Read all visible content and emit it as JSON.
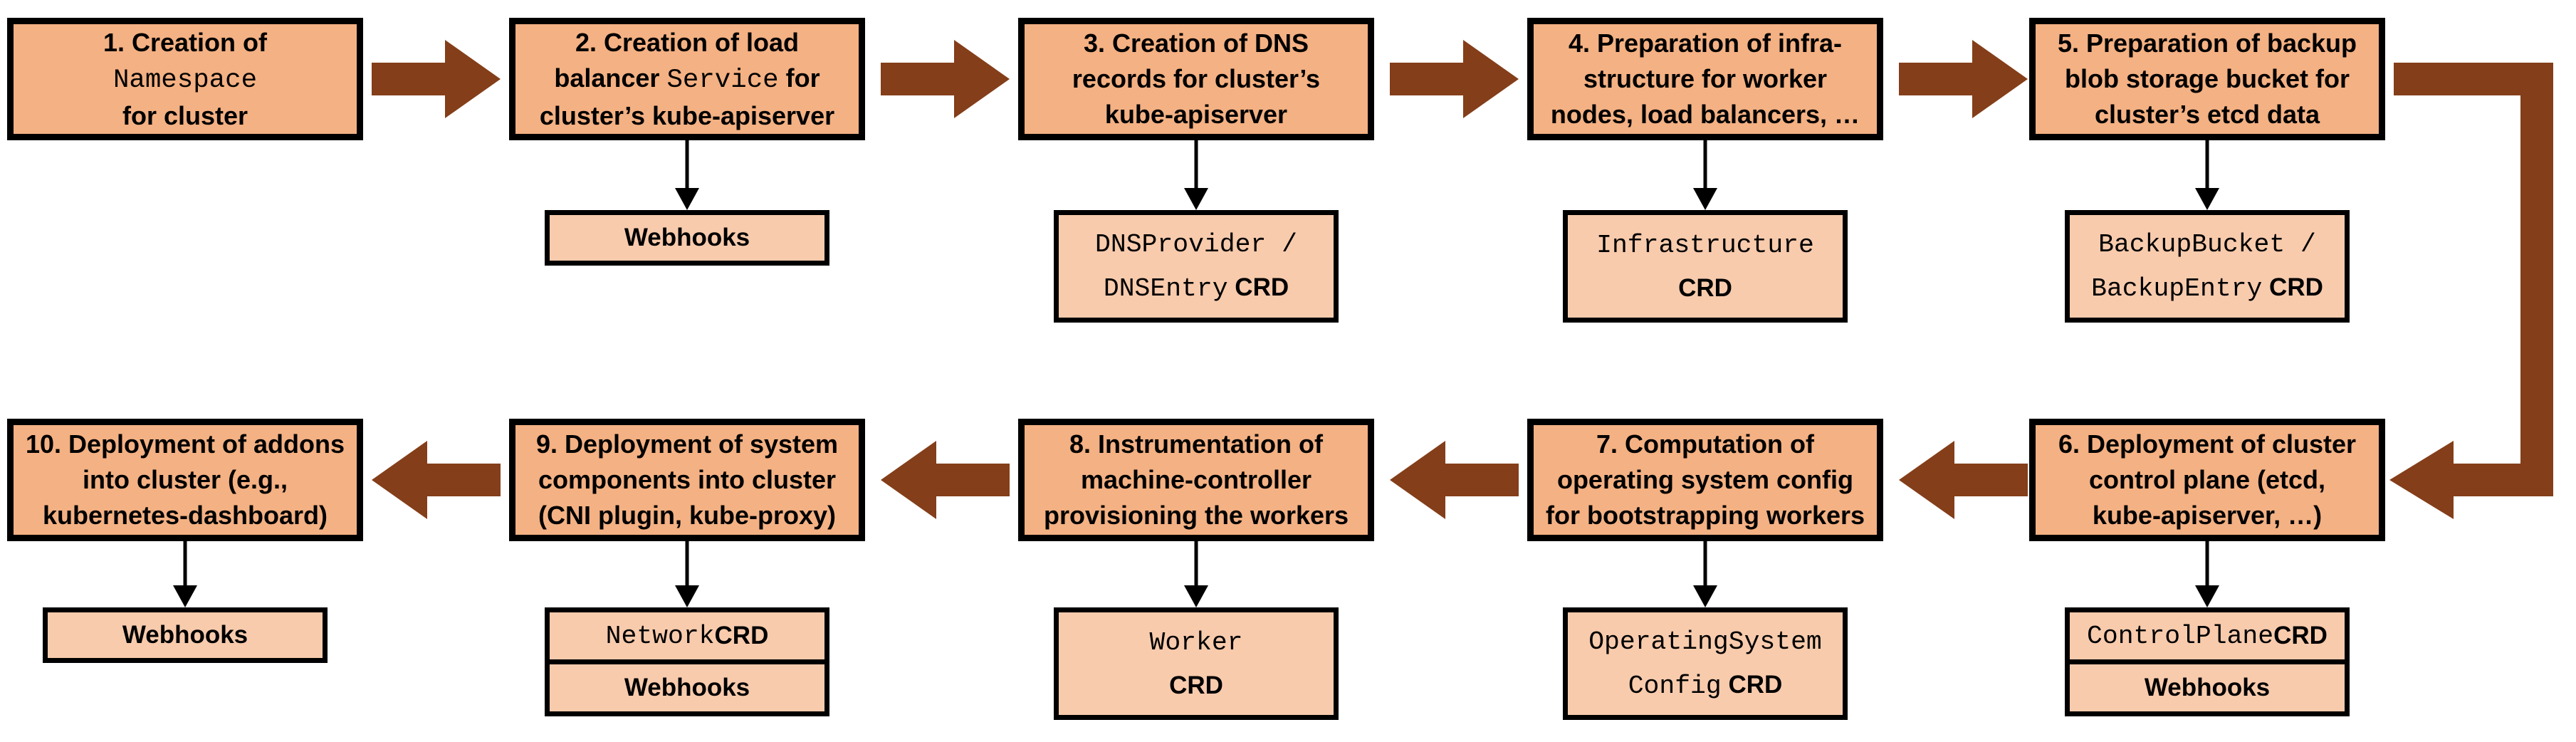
{
  "diagram": {
    "description_colors": {
      "step_box_fill": "#F4B183",
      "resource_box_fill": "#F8CBAD",
      "box_border": "#000000",
      "flow_arrow": "#843E19",
      "thin_connector": "#000000",
      "background": "#FFFFFF"
    },
    "flow": {
      "top_row_order": "steps 1-5, left to right",
      "bottom_row_order": "steps 6-10, right to left",
      "elbow": "step 5 to step 6"
    }
  },
  "steps": [
    {
      "lines": [
        {
          "a": "1. Creation of"
        },
        {
          "m": "Namespace"
        },
        {
          "a": "for cluster"
        }
      ],
      "sub_boxes": []
    },
    {
      "lines": [
        {
          "a": "2. Creation of load"
        },
        {
          "a": "balancer ",
          "m": "Service",
          "b": " for"
        },
        {
          "a": "cluster’s kube-apiserver"
        }
      ],
      "sub_boxes": [
        {
          "lines": [
            {
              "a": "Webhooks"
            }
          ]
        }
      ]
    },
    {
      "lines": [
        {
          "a": "3. Creation of DNS"
        },
        {
          "a": "records for cluster’s"
        },
        {
          "a": "kube-apiserver"
        }
      ],
      "sub_boxes": [
        {
          "lines": [
            {
              "m": "DNSProvider /"
            },
            {
              "m": "DNSEntry",
              "b": " CRD"
            }
          ]
        }
      ]
    },
    {
      "lines": [
        {
          "a": "4. Preparation of infra-"
        },
        {
          "a": "structure for worker"
        },
        {
          "a": "nodes, load balancers, …"
        }
      ],
      "sub_boxes": [
        {
          "lines": [
            {
              "m": "Infrastructure"
            },
            {
              "b": "CRD"
            }
          ]
        }
      ]
    },
    {
      "lines": [
        {
          "a": "5. Preparation of backup"
        },
        {
          "a": "blob storage bucket for"
        },
        {
          "a": "cluster’s etcd data"
        }
      ],
      "sub_boxes": [
        {
          "lines": [
            {
              "m": "BackupBucket /"
            },
            {
              "m": "BackupEntry",
              "b": " CRD"
            }
          ]
        }
      ]
    },
    {
      "lines": [
        {
          "a": "6. Deployment of cluster"
        },
        {
          "a": "control plane (etcd,"
        },
        {
          "a": "kube-apiserver, …)"
        }
      ],
      "sub_boxes": [
        {
          "lines": [
            {
              "m": "ControlPlane",
              "b": " CRD"
            }
          ]
        },
        {
          "lines": [
            {
              "a": "Webhooks"
            }
          ]
        }
      ]
    },
    {
      "lines": [
        {
          "a": "7. Computation of"
        },
        {
          "a": "operating system config"
        },
        {
          "a": "for bootstrapping workers"
        }
      ],
      "sub_boxes": [
        {
          "lines": [
            {
              "m": "OperatingSystem"
            },
            {
              "m": "Config",
              "b": " CRD"
            }
          ]
        }
      ]
    },
    {
      "lines": [
        {
          "a": "8. Instrumentation of"
        },
        {
          "a": "machine-controller"
        },
        {
          "a": "provisioning the workers"
        }
      ],
      "sub_boxes": [
        {
          "lines": [
            {
              "m": "Worker"
            },
            {
              "b": "CRD"
            }
          ]
        }
      ]
    },
    {
      "lines": [
        {
          "a": "9. Deployment of system"
        },
        {
          "a": "components into cluster"
        },
        {
          "a": "(CNI plugin, kube-proxy)"
        }
      ],
      "sub_boxes": [
        {
          "lines": [
            {
              "m": "Network",
              "b": " CRD"
            }
          ]
        },
        {
          "lines": [
            {
              "a": "Webhooks"
            }
          ]
        }
      ]
    },
    {
      "lines": [
        {
          "a": "10. Deployment of addons"
        },
        {
          "a": "into cluster (e.g.,"
        },
        {
          "a": "kubernetes-dashboard)"
        }
      ],
      "sub_boxes": [
        {
          "lines": [
            {
              "a": "Webhooks"
            }
          ]
        }
      ]
    }
  ]
}
